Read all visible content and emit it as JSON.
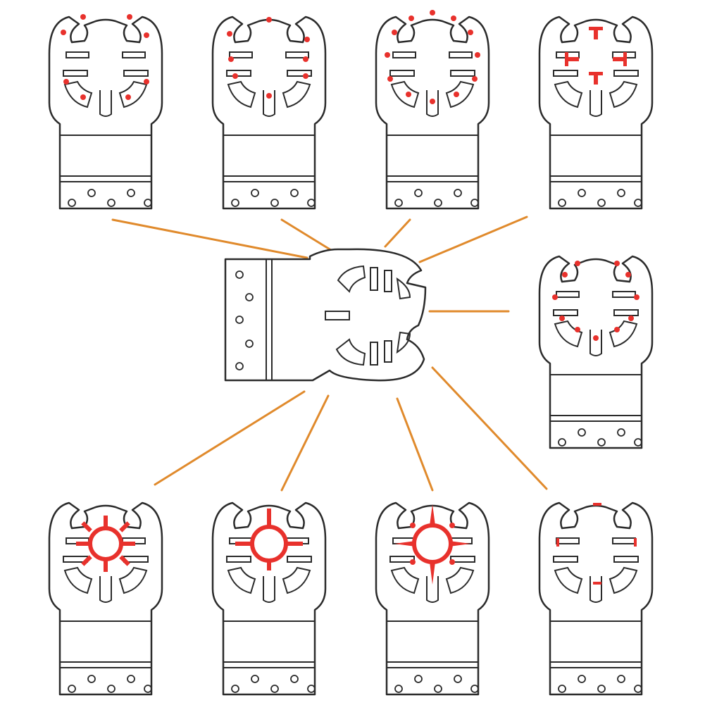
{
  "colors": {
    "outline": "#2b2b2b",
    "fill": "#ffffff",
    "connector": "#e08a2c",
    "highlight": "#e8312c"
  },
  "blades": [
    {
      "id": "top-1",
      "pattern": "dots-a",
      "row": "top",
      "col": 1
    },
    {
      "id": "top-2",
      "pattern": "dots-b",
      "row": "top",
      "col": 2
    },
    {
      "id": "top-3",
      "pattern": "dots-ring",
      "row": "top",
      "col": 3
    },
    {
      "id": "top-4",
      "pattern": "t-keys",
      "row": "top",
      "col": 4
    },
    {
      "id": "right-mid",
      "pattern": "dots-c",
      "row": "mid",
      "col": 4
    },
    {
      "id": "bottom-1",
      "pattern": "star-8",
      "row": "bottom",
      "col": 1
    },
    {
      "id": "bottom-2",
      "pattern": "star-4",
      "row": "bottom",
      "col": 2
    },
    {
      "id": "bottom-3",
      "pattern": "star-spike",
      "row": "bottom",
      "col": 3
    },
    {
      "id": "bottom-4",
      "pattern": "bars",
      "row": "bottom",
      "col": 4
    }
  ],
  "center_blade": {
    "id": "universal-blade",
    "orientation": "horizontal"
  }
}
